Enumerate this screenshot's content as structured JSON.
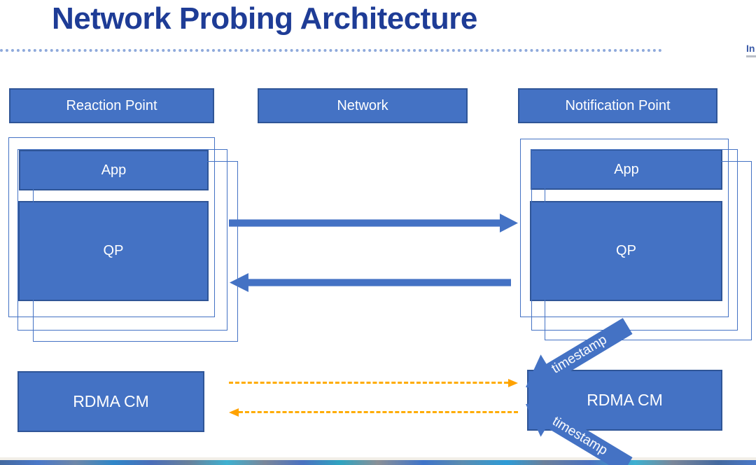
{
  "slide": {
    "title": "Network Probing Architecture",
    "logo_fragment": "In"
  },
  "headers": {
    "reaction_point": "Reaction Point",
    "network": "Network",
    "notification_point": "Notification Point"
  },
  "reaction_point": {
    "app": "App",
    "qp": "QP",
    "rdma_cm": "RDMA CM"
  },
  "notification_point": {
    "app": "App",
    "qp": "QP",
    "rdma_cm": "RDMA CM"
  },
  "annotations": {
    "timestamp_upper": "timestamp",
    "timestamp_lower": "timestamp"
  },
  "colors": {
    "box_fill": "#4472C4",
    "box_border": "#2F5597",
    "outline_stroke": "#4472C4",
    "title_text": "#1E3C96",
    "divider_dots": "#8EA9DB",
    "dashed_arrow_orange": "#FFAC00",
    "solid_arrow_blue": "#4472C4"
  }
}
